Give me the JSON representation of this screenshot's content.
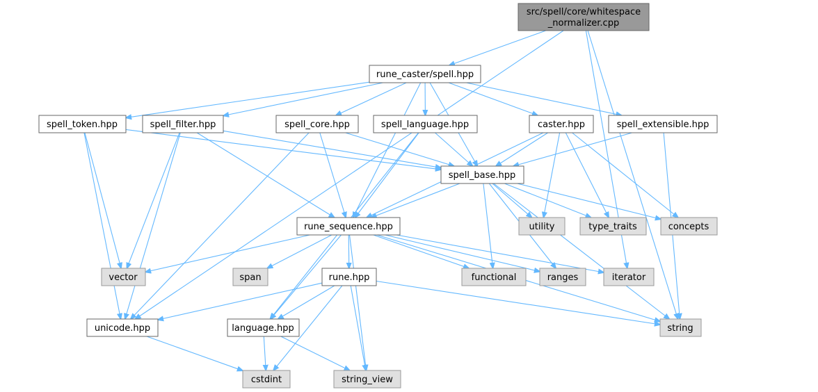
{
  "colors": {
    "root_fill": "#999999",
    "root_stroke": "#666666",
    "project_fill": "#ffffff",
    "project_stroke": "#666666",
    "system_fill": "#e0e0e0",
    "system_stroke": "#999999",
    "edge": "#63b8ff"
  },
  "nodes": {
    "root": {
      "lines": [
        "src/spell/core/whitespace",
        "_normalizer.cpp"
      ],
      "kind": "root"
    },
    "spell_hpp": {
      "lines": [
        "rune_caster/spell.hpp"
      ],
      "kind": "project"
    },
    "spell_token": {
      "lines": [
        "spell_token.hpp"
      ],
      "kind": "project"
    },
    "spell_filter": {
      "lines": [
        "spell_filter.hpp"
      ],
      "kind": "project"
    },
    "spell_core": {
      "lines": [
        "spell_core.hpp"
      ],
      "kind": "project"
    },
    "spell_language": {
      "lines": [
        "spell_language.hpp"
      ],
      "kind": "project"
    },
    "caster": {
      "lines": [
        "caster.hpp"
      ],
      "kind": "project"
    },
    "spell_extensible": {
      "lines": [
        "spell_extensible.hpp"
      ],
      "kind": "project"
    },
    "spell_base": {
      "lines": [
        "spell_base.hpp"
      ],
      "kind": "project"
    },
    "rune_sequence": {
      "lines": [
        "rune_sequence.hpp"
      ],
      "kind": "project"
    },
    "utility": {
      "lines": [
        "utility"
      ],
      "kind": "system"
    },
    "type_traits": {
      "lines": [
        "type_traits"
      ],
      "kind": "system"
    },
    "concepts": {
      "lines": [
        "concepts"
      ],
      "kind": "system"
    },
    "vector": {
      "lines": [
        "vector"
      ],
      "kind": "system"
    },
    "span": {
      "lines": [
        "span"
      ],
      "kind": "system"
    },
    "rune": {
      "lines": [
        "rune.hpp"
      ],
      "kind": "project"
    },
    "functional": {
      "lines": [
        "functional"
      ],
      "kind": "system"
    },
    "ranges": {
      "lines": [
        "ranges"
      ],
      "kind": "system"
    },
    "iterator": {
      "lines": [
        "iterator"
      ],
      "kind": "system"
    },
    "unicode": {
      "lines": [
        "unicode.hpp"
      ],
      "kind": "project"
    },
    "language": {
      "lines": [
        "language.hpp"
      ],
      "kind": "project"
    },
    "string": {
      "lines": [
        "string"
      ],
      "kind": "system"
    },
    "cstdint": {
      "lines": [
        "cstdint"
      ],
      "kind": "system"
    },
    "string_view": {
      "lines": [
        "string_view"
      ],
      "kind": "system"
    }
  },
  "edges": [
    [
      "root",
      "spell_hpp"
    ],
    [
      "root",
      "unicode"
    ],
    [
      "root",
      "iterator"
    ],
    [
      "root",
      "string"
    ],
    [
      "spell_hpp",
      "spell_token"
    ],
    [
      "spell_hpp",
      "spell_filter"
    ],
    [
      "spell_hpp",
      "spell_core"
    ],
    [
      "spell_hpp",
      "spell_language"
    ],
    [
      "spell_hpp",
      "caster"
    ],
    [
      "spell_hpp",
      "spell_extensible"
    ],
    [
      "spell_hpp",
      "spell_base"
    ],
    [
      "spell_hpp",
      "rune_sequence"
    ],
    [
      "spell_token",
      "spell_base"
    ],
    [
      "spell_token",
      "vector"
    ],
    [
      "spell_token",
      "unicode"
    ],
    [
      "spell_filter",
      "spell_base"
    ],
    [
      "spell_filter",
      "rune_sequence"
    ],
    [
      "spell_filter",
      "vector"
    ],
    [
      "spell_filter",
      "unicode"
    ],
    [
      "spell_core",
      "spell_base"
    ],
    [
      "spell_core",
      "rune_sequence"
    ],
    [
      "spell_core",
      "unicode"
    ],
    [
      "spell_language",
      "spell_base"
    ],
    [
      "spell_language",
      "rune_sequence"
    ],
    [
      "spell_language",
      "language"
    ],
    [
      "caster",
      "spell_base"
    ],
    [
      "caster",
      "rune_sequence"
    ],
    [
      "caster",
      "utility"
    ],
    [
      "caster",
      "type_traits"
    ],
    [
      "caster",
      "concepts"
    ],
    [
      "spell_extensible",
      "spell_base"
    ],
    [
      "spell_extensible",
      "string"
    ],
    [
      "spell_base",
      "rune_sequence"
    ],
    [
      "spell_base",
      "utility"
    ],
    [
      "spell_base",
      "type_traits"
    ],
    [
      "spell_base",
      "concepts"
    ],
    [
      "spell_base",
      "functional"
    ],
    [
      "spell_base",
      "ranges"
    ],
    [
      "spell_base",
      "string"
    ],
    [
      "rune_sequence",
      "vector"
    ],
    [
      "rune_sequence",
      "span"
    ],
    [
      "rune_sequence",
      "rune"
    ],
    [
      "rune_sequence",
      "functional"
    ],
    [
      "rune_sequence",
      "ranges"
    ],
    [
      "rune_sequence",
      "iterator"
    ],
    [
      "rune_sequence",
      "language"
    ],
    [
      "rune_sequence",
      "string"
    ],
    [
      "rune_sequence",
      "string_view"
    ],
    [
      "rune",
      "unicode"
    ],
    [
      "rune",
      "language"
    ],
    [
      "rune",
      "cstdint"
    ],
    [
      "rune",
      "string_view"
    ],
    [
      "rune",
      "string"
    ],
    [
      "unicode",
      "cstdint"
    ],
    [
      "language",
      "cstdint"
    ],
    [
      "language",
      "string_view"
    ]
  ]
}
